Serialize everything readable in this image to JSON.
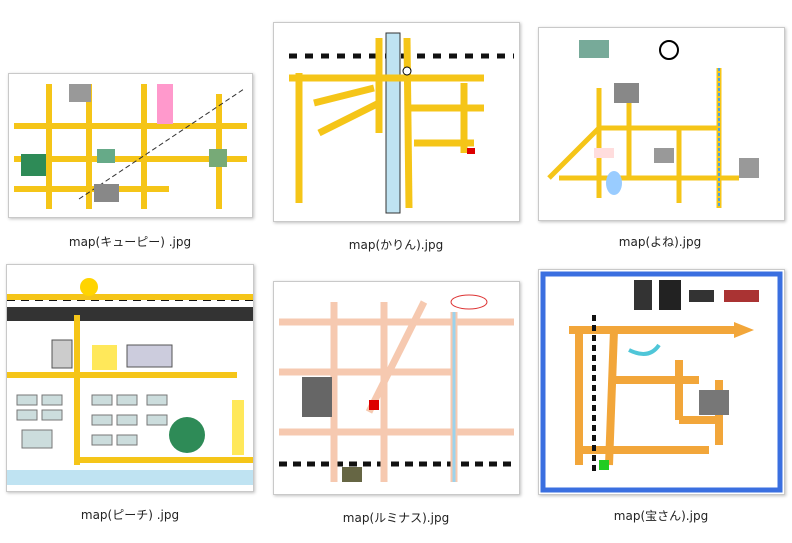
{
  "files": [
    {
      "name": "map(キューピー) .jpg"
    },
    {
      "name": "map(かりん).jpg"
    },
    {
      "name": "map(よね).jpg"
    },
    {
      "name": "map(ピーチ) .jpg"
    },
    {
      "name": "map(ルミナス).jpg"
    },
    {
      "name": "map(宝さん).jpg"
    }
  ],
  "colors": {
    "road_yellow": "#f5c518",
    "road_orange": "#f2a63a",
    "road_pink": "#f6c9b0",
    "rail_black": "#111111",
    "river_blue": "#bfe3f2",
    "frame_blue": "#3a6fe0"
  }
}
